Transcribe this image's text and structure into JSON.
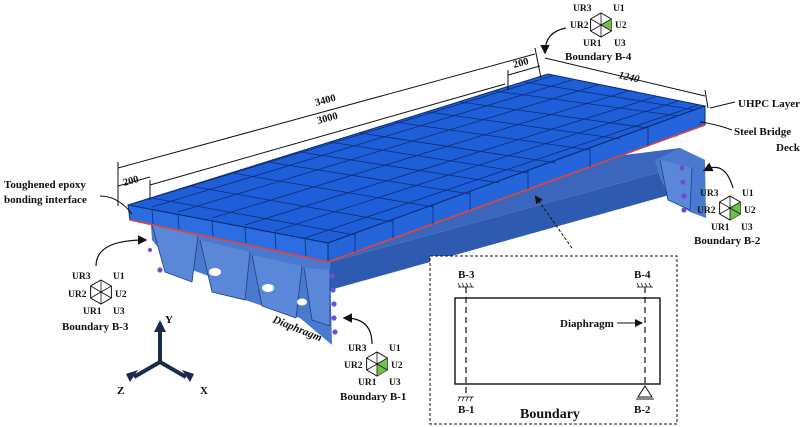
{
  "labels": {
    "uhpc_layer": "UHPC Layer",
    "steel_deck_line1": "Steel Bridge",
    "steel_deck_line2": "Deck",
    "epoxy_line1": "Toughened epoxy",
    "epoxy_line2": "bonding interface",
    "diaphragm": "Diaphragm"
  },
  "dimensions": {
    "d3400": "3400",
    "d3000": "3000",
    "d200_left": "200",
    "d200_right": "200",
    "d1240": "1240"
  },
  "hex_dof": {
    "ur3": "UR3",
    "u1": "U1",
    "ur2": "UR2",
    "u2": "U2",
    "ur1": "UR1",
    "u3": "U3"
  },
  "boundaries": {
    "b1": "Boundary B-1",
    "b2": "Boundary B-2",
    "b3": "Boundary B-3",
    "b4": "Boundary B-4"
  },
  "axes": {
    "x": "X",
    "y": "Y",
    "z": "Z"
  },
  "inset": {
    "title": "Boundary",
    "b1": "B-1",
    "b2": "B-2",
    "b3": "B-3",
    "b4": "B-4",
    "diaphragm": "Diaphragm"
  },
  "colors": {
    "uhpc_top": "#1f5fd6",
    "uhpc_side": "#2a6fe0",
    "steel": "#3f70c8",
    "interface": "#e0463a",
    "hex_green": "#6ec24a"
  }
}
